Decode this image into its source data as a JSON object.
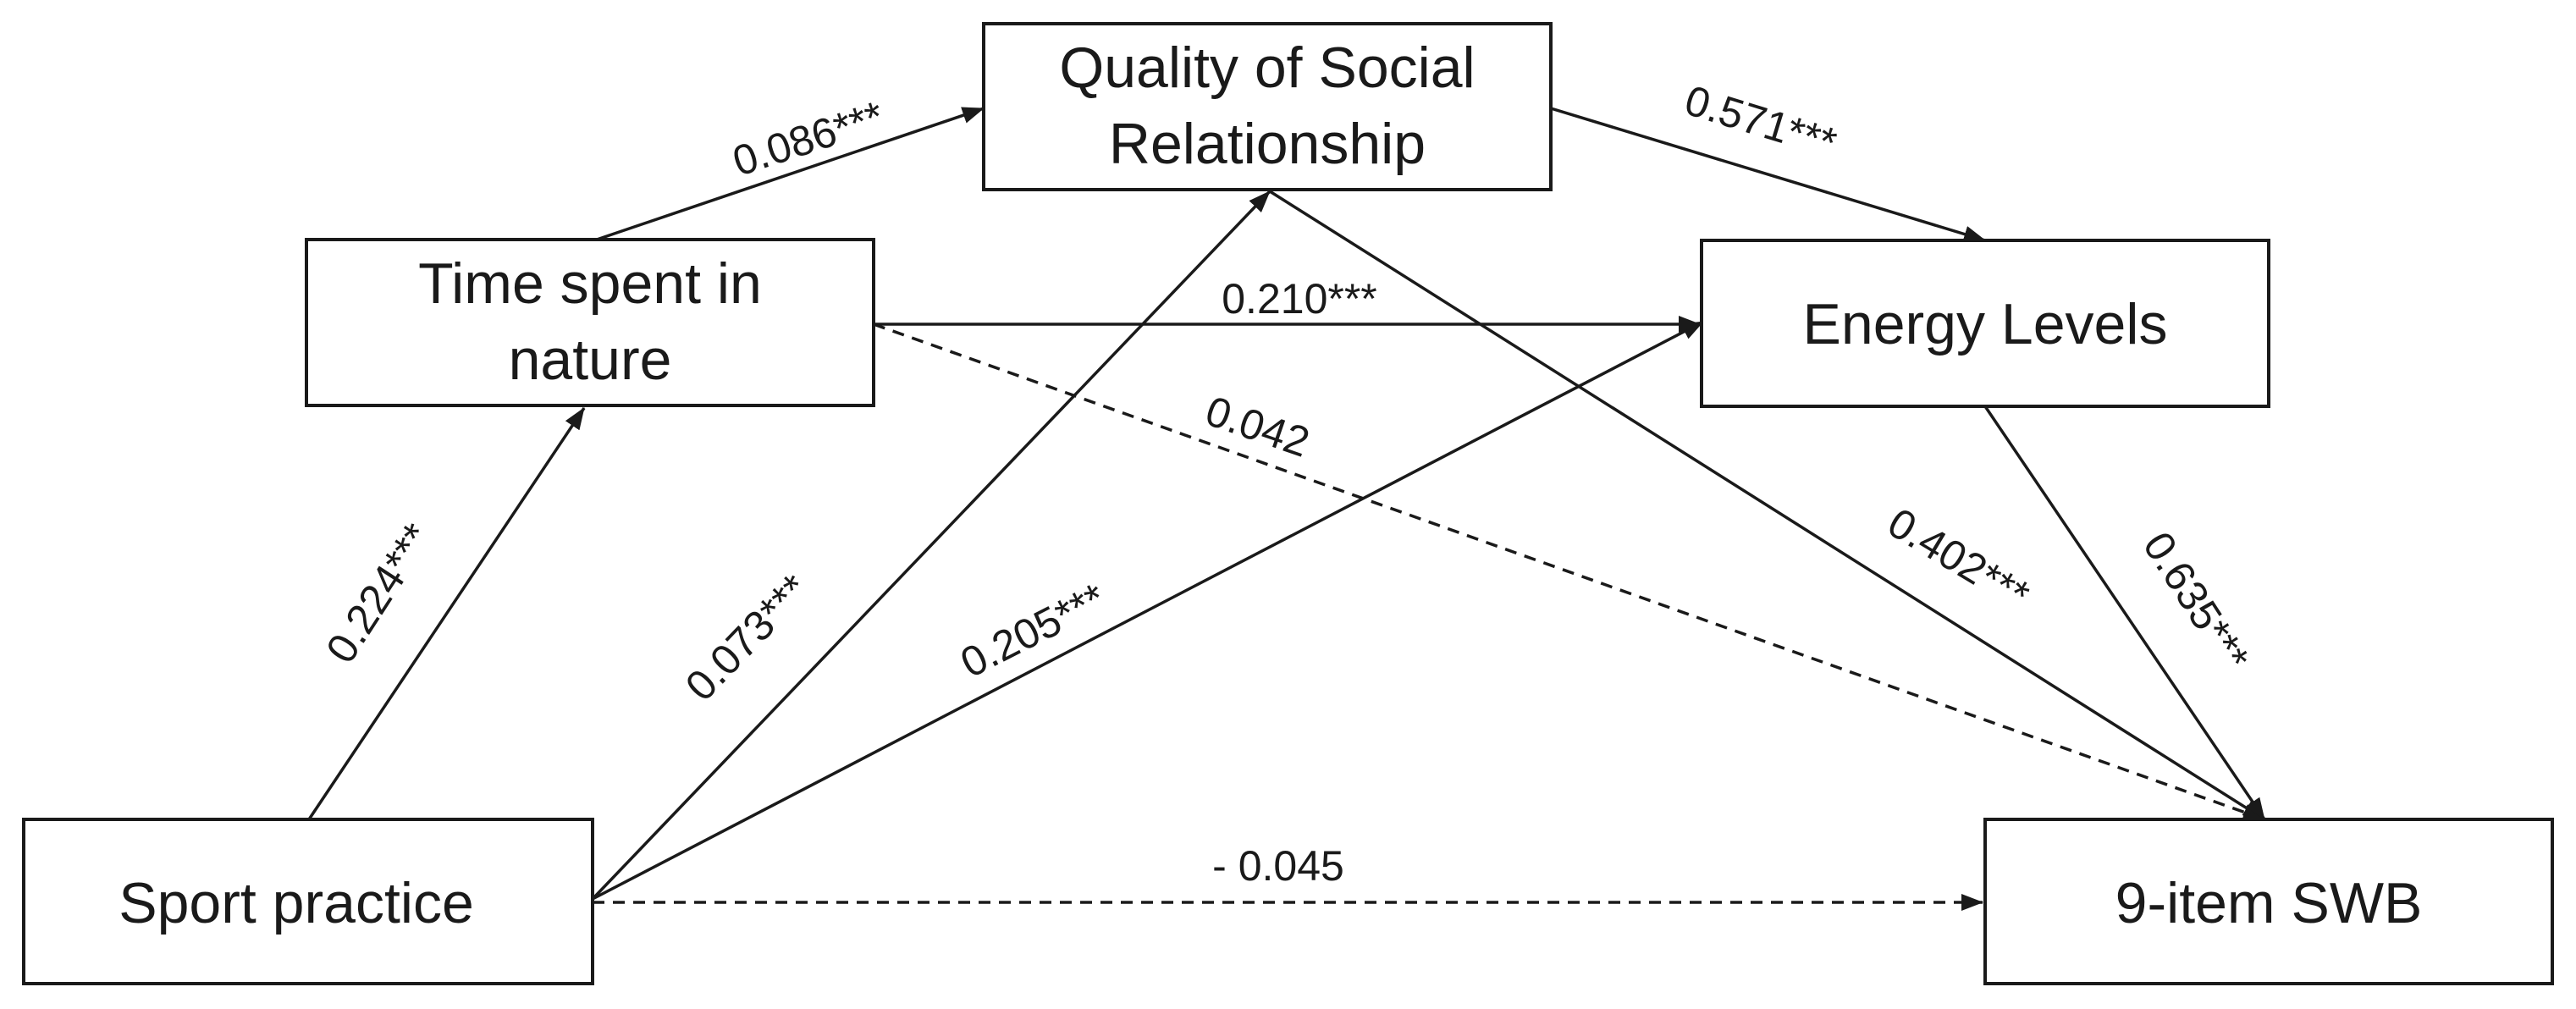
{
  "nodes": {
    "sport": {
      "lines": [
        "Sport practice"
      ]
    },
    "time": {
      "lines": [
        "Time spent in",
        "nature"
      ]
    },
    "qsr": {
      "lines": [
        "Quality of Social",
        "Relationship"
      ]
    },
    "energy": {
      "lines": [
        "Energy Levels"
      ]
    },
    "swb": {
      "lines": [
        "9-item SWB"
      ]
    }
  },
  "edges": [
    {
      "id": "sport-time",
      "from": "sport",
      "to": "time",
      "coefficient": "0.224***",
      "significant": true
    },
    {
      "id": "sport-qsr",
      "from": "sport",
      "to": "qsr",
      "coefficient": "0.073***",
      "significant": true
    },
    {
      "id": "sport-energy",
      "from": "sport",
      "to": "energy",
      "coefficient": "0.205***",
      "significant": true
    },
    {
      "id": "sport-swb",
      "from": "sport",
      "to": "swb",
      "coefficient": "- 0.045",
      "significant": false
    },
    {
      "id": "time-qsr",
      "from": "time",
      "to": "qsr",
      "coefficient": "0.086***",
      "significant": true
    },
    {
      "id": "time-energy",
      "from": "time",
      "to": "energy",
      "coefficient": "0.210***",
      "significant": true
    },
    {
      "id": "time-swb",
      "from": "time",
      "to": "swb",
      "coefficient": "0.042",
      "significant": false
    },
    {
      "id": "qsr-energy",
      "from": "qsr",
      "to": "energy",
      "coefficient": "0.571***",
      "significant": true
    },
    {
      "id": "qsr-swb",
      "from": "qsr",
      "to": "swb",
      "coefficient": "0.402***",
      "significant": true
    },
    {
      "id": "energy-swb",
      "from": "energy",
      "to": "swb",
      "coefficient": "0.635***",
      "significant": true
    }
  ]
}
